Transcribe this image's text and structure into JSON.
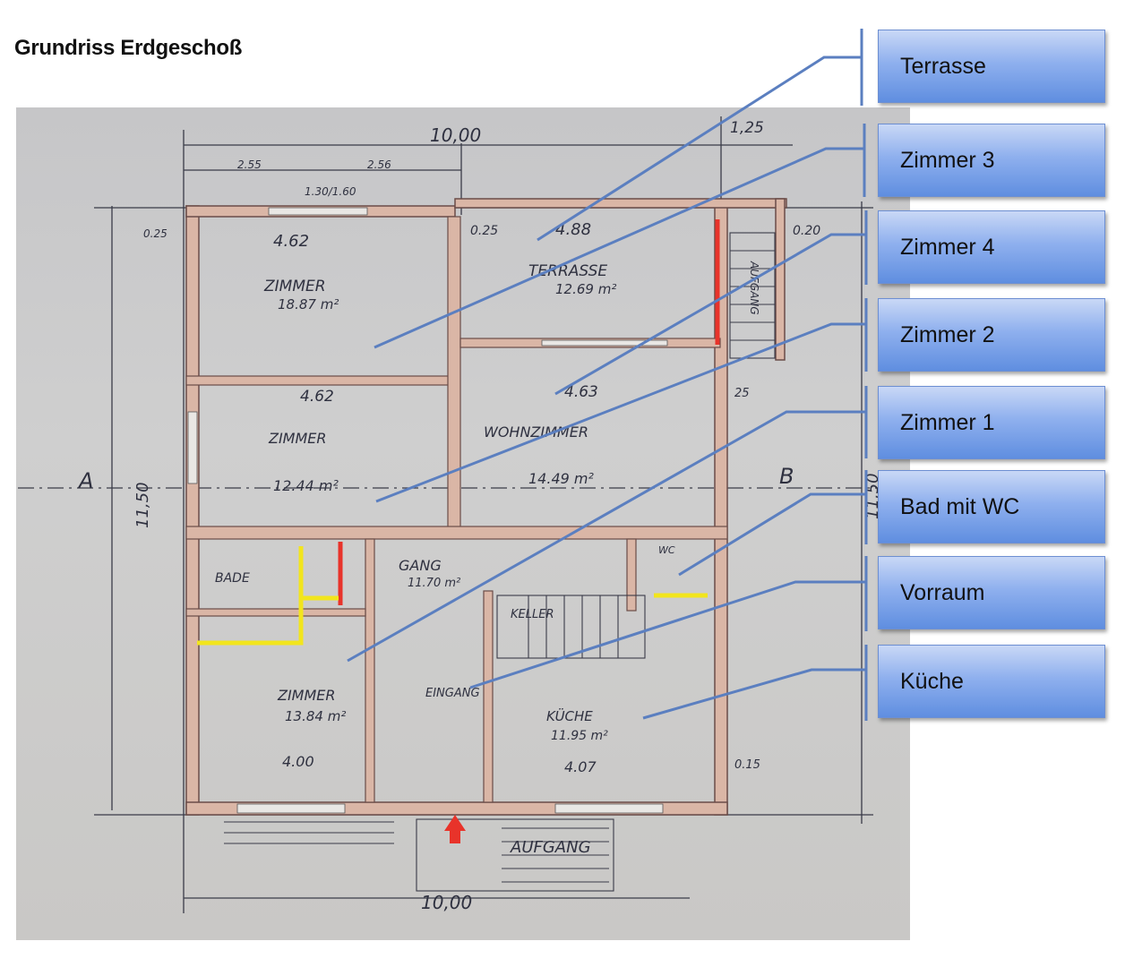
{
  "title": "Grundriss Erdgeschoß",
  "rooms": [
    {
      "id": "terrasse",
      "label": "Terrasse"
    },
    {
      "id": "zimmer-3",
      "label": "Zimmer 3"
    },
    {
      "id": "zimmer-4",
      "label": "Zimmer 4"
    },
    {
      "id": "zimmer-2",
      "label": "Zimmer 2"
    },
    {
      "id": "zimmer-1",
      "label": "Zimmer 1"
    },
    {
      "id": "bad-mit-wc",
      "label": "Bad mit WC"
    },
    {
      "id": "vorraum",
      "label": "Vorraum"
    },
    {
      "id": "kueche",
      "label": "Küche"
    }
  ],
  "plan_labels": {
    "dim_top": "10,00",
    "dim_bottom": "10,00",
    "dim_top_right": "1,25",
    "dim_a": "2.55",
    "dim_b": "2.56",
    "dim_c": "1.30/1.60",
    "dim_left": "11,50",
    "dim_right": "11,50",
    "zimmer_top": "ZIMMER",
    "zimmer_top_area": "18.87 m²",
    "terrasse": "TERRASSE",
    "terrasse_area": "12.69 m²",
    "zimmer_mid": "ZIMMER",
    "zimmer_mid_area": "12.44 m²",
    "wohnzimmer": "WOHNZIMMER",
    "wohnzimmer_area": "14.49 m²",
    "gang": "GANG",
    "gang_area": "11.70 m²",
    "bad": "BADE",
    "zimmer_low": "ZIMMER",
    "zimmer_low_area": "13.84 m²",
    "eingang": "EINGANG",
    "kueche": "KÜCHE",
    "kueche_area": "11.95 m²",
    "keller": "KELLER",
    "aufgang": "AUFGANG",
    "aufgang_side": "AUFGANG",
    "wc": "WC",
    "axis_a": "A",
    "axis_b": "B",
    "d462a": "4.62",
    "d462b": "4.62",
    "d488": "4.88",
    "d463": "4.63",
    "d400": "4.00",
    "d407": "4.07",
    "d025": "0.25",
    "d020": "0.20",
    "d015": "0.15",
    "d025b": "0.25",
    "d25": "25"
  },
  "colors": {
    "leader_line": "#5b7fc0",
    "wall_fill": "#dab6a6",
    "wall_edge": "#6a4c48",
    "marker_red": "#e8332a",
    "marker_yellow": "#f2e51d",
    "ink": "#2f3140"
  }
}
